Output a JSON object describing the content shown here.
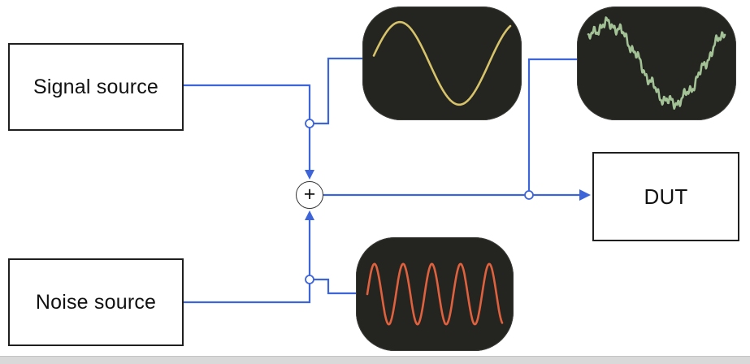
{
  "diagram": {
    "nodes": {
      "signal_source": {
        "label": "Signal source"
      },
      "noise_source": {
        "label": "Noise source"
      },
      "dut": {
        "label": "DUT"
      },
      "sum": {
        "label": "+"
      }
    },
    "colors": {
      "wire_blue": "#3d64d8",
      "scope_background": "#242421",
      "signal_wave_yellow": "#d6c36a",
      "output_wave_green": "#a3c295",
      "noise_wave_orange": "#e0613d",
      "box_border": "#1f1f1f",
      "box_background": "#ffffff"
    },
    "scopes": {
      "signal_scope": {
        "name": "clean-sine-wave",
        "type": "sine",
        "cycles": 1.15,
        "phase": 0.03,
        "amp": 0.82,
        "noise": 0,
        "color": "#d6c36a"
      },
      "output_scope": {
        "name": "noisy-sine-wave",
        "type": "sine",
        "cycles": 1.05,
        "phase": 0.1,
        "amp": 0.78,
        "noise": 0.14,
        "color": "#a3c295"
      },
      "noise_scope": {
        "name": "high-frequency-sine-wave",
        "type": "sine",
        "cycles": 4.7,
        "phase": 0.0,
        "amp": 0.6,
        "noise": 0,
        "color": "#e0613d"
      }
    }
  }
}
